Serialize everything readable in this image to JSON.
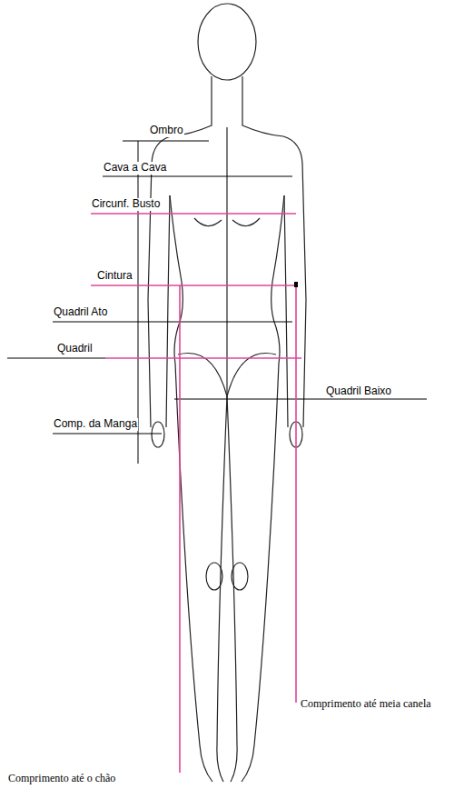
{
  "diagram": {
    "labels": [
      "Ombro",
      "Cava a Cava",
      "Circunf. Busto",
      "Cintura",
      "Quadril Ato",
      "Quadril",
      "Quadril Baixo",
      "Comp. da Manga",
      "Comprimento até meia canela",
      "Comprimento até o chão"
    ]
  }
}
